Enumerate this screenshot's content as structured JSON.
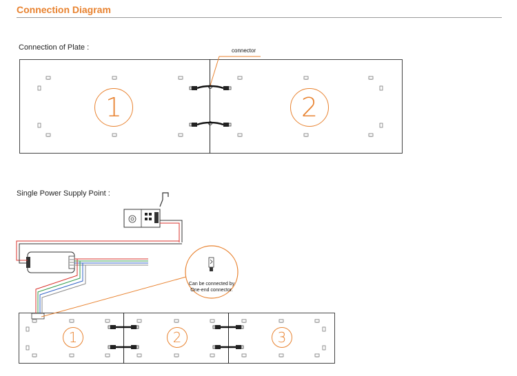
{
  "header": {
    "title": "Connection Diagram"
  },
  "section1": {
    "label": "Connection of Plate :",
    "connector_label": "connector",
    "plates": [
      {
        "number": "1"
      },
      {
        "number": "2"
      }
    ]
  },
  "section2": {
    "label": "Single Power Supply Point :",
    "callout_text": [
      "Can be connected by",
      "One-end connector."
    ],
    "plates": [
      {
        "number": "1"
      },
      {
        "number": "2"
      },
      {
        "number": "3"
      }
    ]
  },
  "colors": {
    "accent": "#e8822f",
    "line": "#444444",
    "red_wire": "#d9312b",
    "green_wire": "#2e9a4a",
    "blue_wire": "#2d5fc4"
  }
}
